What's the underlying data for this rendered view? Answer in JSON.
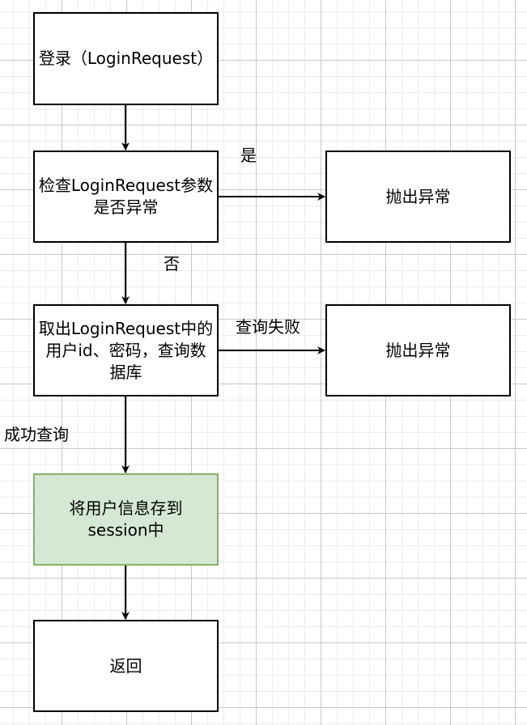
{
  "nodes": {
    "login": "登录（LoginRequest）",
    "check_params": "检查LoginRequest参数是否异常",
    "throw_1": "抛出异常",
    "query_db": "取出LoginRequest中的用户id、密码，查询数据库",
    "throw_2": "抛出异常",
    "save_session": "将用户信息存到session中",
    "return": "返回"
  },
  "edges": {
    "yes": "是",
    "no": "否",
    "query_failed": "查询失败",
    "query_success": "成功查询"
  },
  "colors": {
    "highlight_fill": "#d5e8d4",
    "highlight_border": "#82b366",
    "line": "#000000"
  }
}
